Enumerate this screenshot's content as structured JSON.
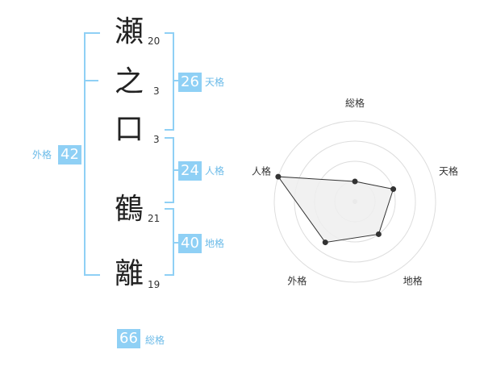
{
  "name": {
    "characters": [
      {
        "char": "瀬",
        "strokes": "20"
      },
      {
        "char": "之",
        "strokes": "3"
      },
      {
        "char": "口",
        "strokes": "3"
      },
      {
        "char": "鶴",
        "strokes": "21"
      },
      {
        "char": "離",
        "strokes": "19"
      }
    ]
  },
  "fortunes": {
    "tenkaku": {
      "value": "26",
      "label": "天格"
    },
    "jinkaku": {
      "value": "24",
      "label": "人格"
    },
    "chikaku": {
      "value": "40",
      "label": "地格"
    },
    "gaikaku": {
      "value": "42",
      "label": "外格"
    },
    "soukaku": {
      "value": "66",
      "label": "総格"
    }
  },
  "chart_data": {
    "type": "radar",
    "axes": [
      "総格",
      "天格",
      "地格",
      "外格",
      "人格"
    ],
    "rings": 4,
    "values": [
      1,
      2,
      2,
      2.5,
      4
    ],
    "max": 4,
    "colors": {
      "fill": "#eeeeee",
      "stroke": "#333333",
      "grid": "#dddddd",
      "accent": "#8fd0f5"
    }
  }
}
